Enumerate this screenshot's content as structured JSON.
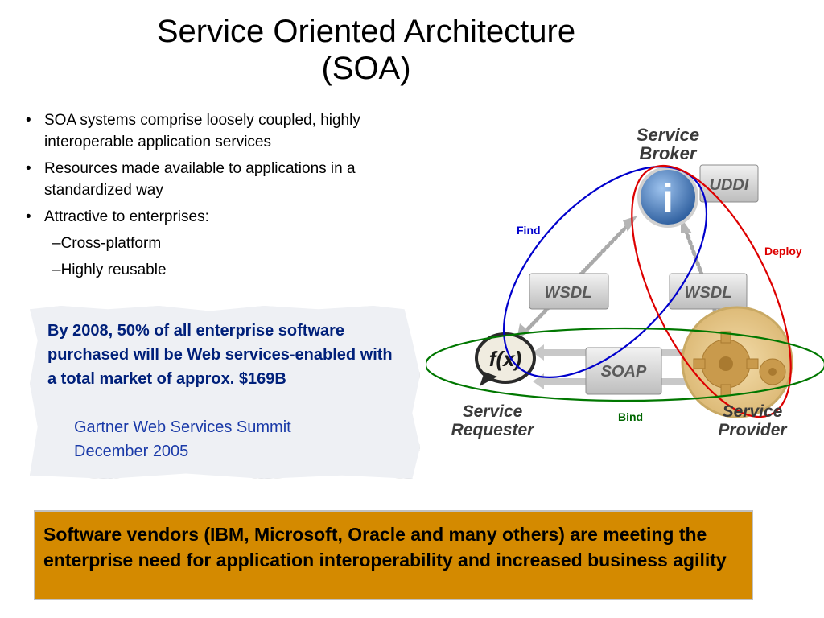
{
  "title": {
    "line1": "Service Oriented Architecture",
    "line2": "(SOA)"
  },
  "bullets": [
    "SOA systems comprise loosely coupled, highly interoperable application services",
    "Resources made available to applications in a standardized way",
    "Attractive to enterprises:"
  ],
  "sub_bullets": [
    "–Cross-platform",
    "–Highly reusable"
  ],
  "note": {
    "main": "By 2008, 50% of all enterprise software purchased will be Web services-enabled with a total market of approx. $169B",
    "source_line1": "Gartner Web Services Summit",
    "source_line2": "December 2005"
  },
  "diagram": {
    "broker_line1": "Service",
    "broker_line2": "Broker",
    "requester_line1": "Service",
    "requester_line2": "Requester",
    "provider_line1": "Service",
    "provider_line2": "Provider",
    "uddi": "UDDI",
    "wsdl_left": "WSDL",
    "wsdl_right": "WSDL",
    "soap": "SOAP",
    "info_glyph": "i",
    "fx": "f(x)",
    "find": "Find",
    "deploy": "Deploy",
    "bind": "Bind",
    "colors": {
      "find": "#0000cc",
      "deploy": "#dd0000",
      "bind": "#007700"
    }
  },
  "bottom_box": "Software vendors (IBM, Microsoft, Oracle and many others) are meeting the enterprise need for application interoperability and increased business agility"
}
